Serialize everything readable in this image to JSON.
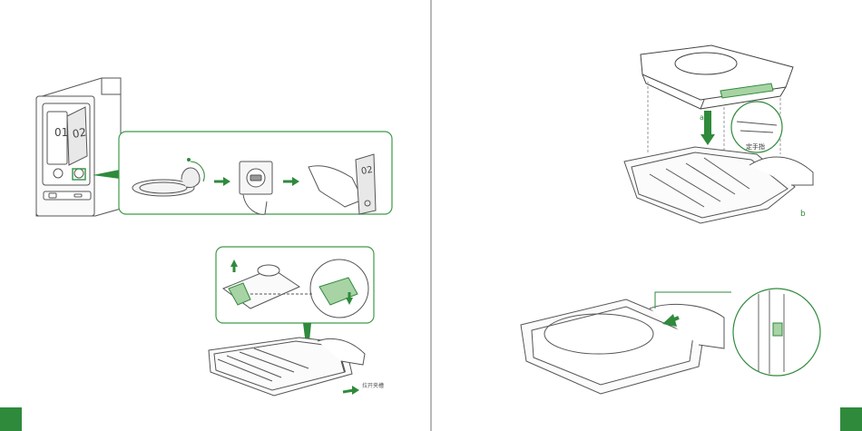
{
  "colors": {
    "accent": "#2f8a3c",
    "accent_light": "#a8d3a4",
    "line": "#3a3a3a",
    "frame": "#3f9a4a"
  },
  "left_page": {
    "bay1_label": "01",
    "bay2_label": "02",
    "key_tag_label": "02",
    "push_caption": "拉开夹槽"
  },
  "right_page": {
    "label_a": "a",
    "label_b": "b",
    "inset_caption": "定手指"
  }
}
